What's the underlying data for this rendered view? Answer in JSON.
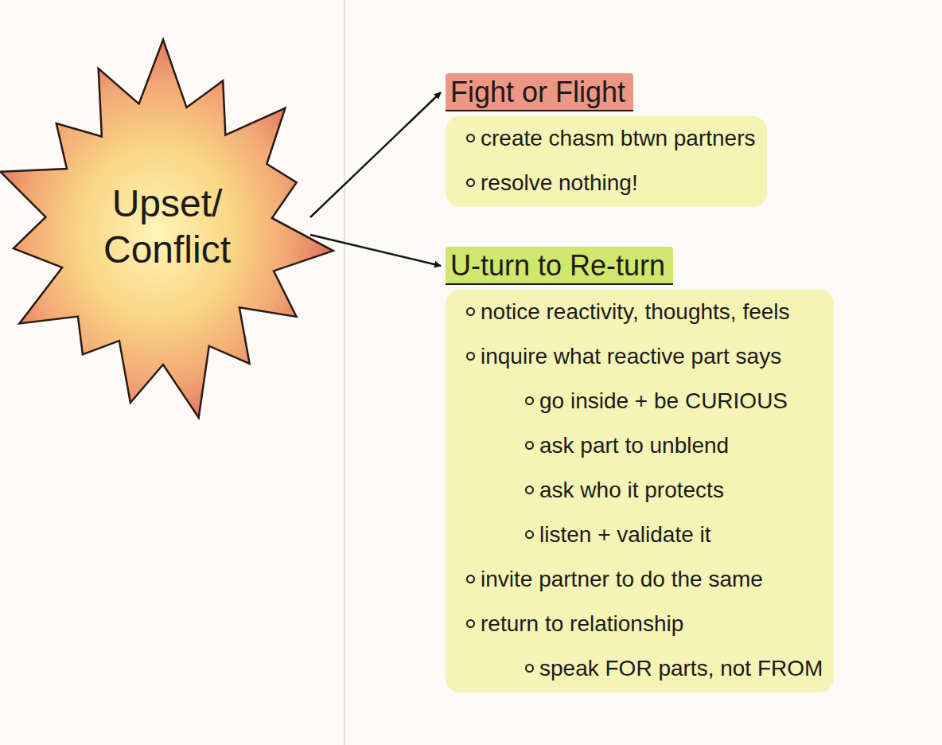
{
  "diagram": {
    "nodes": [
      {
        "text": [
          "Upset/ Conflict"
        ]
      },
      {
        "text": [
          "Fight or Flight",
          "create chasm btwn partners",
          "resolve nothing!"
        ]
      },
      {
        "text": [
          "U-turn to Re-turn",
          "notice reactivity, thoughts, feels",
          "inquire what reactive part says",
          "go inside + be CURIOUS",
          "ask part to unblend",
          "ask who it protects",
          "listen + validate it",
          "invite partner to do the same",
          "return to relationship",
          "speak FOR parts, not FROM"
        ]
      }
    ],
    "edges": [
      {
        "from": 0,
        "to": 1,
        "arrow": "to"
      },
      {
        "from": 0,
        "to": 2,
        "arrow": "to"
      }
    ]
  }
}
